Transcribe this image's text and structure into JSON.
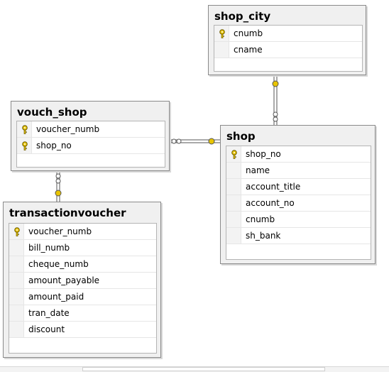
{
  "colors": {
    "key_fill": "#e8c400",
    "line": "#555555"
  },
  "tables": {
    "shop_city": {
      "title": "shop_city",
      "columns": [
        {
          "name": "cnumb",
          "key": true
        },
        {
          "name": "cname",
          "key": false
        }
      ]
    },
    "vouch_shop": {
      "title": "vouch_shop",
      "columns": [
        {
          "name": "voucher_numb",
          "key": true
        },
        {
          "name": "shop_no",
          "key": true
        }
      ]
    },
    "shop": {
      "title": "shop",
      "columns": [
        {
          "name": "shop_no",
          "key": true
        },
        {
          "name": "name",
          "key": false
        },
        {
          "name": "account_title",
          "key": false
        },
        {
          "name": "account_no",
          "key": false
        },
        {
          "name": "cnumb",
          "key": false
        },
        {
          "name": "sh_bank",
          "key": false
        }
      ]
    },
    "transactionvoucher": {
      "title": "transactionvoucher",
      "columns": [
        {
          "name": "voucher_numb",
          "key": true
        },
        {
          "name": "bill_numb",
          "key": false
        },
        {
          "name": "cheque_numb",
          "key": false
        },
        {
          "name": "amount_payable",
          "key": false
        },
        {
          "name": "amount_paid",
          "key": false
        },
        {
          "name": "tran_date",
          "key": false
        },
        {
          "name": "discount",
          "key": false
        }
      ]
    }
  },
  "relationships": [
    {
      "from": "shop",
      "to": "shop_city",
      "type": "many-to-one"
    },
    {
      "from": "vouch_shop",
      "to": "shop",
      "type": "many-to-one"
    },
    {
      "from": "vouch_shop",
      "to": "transactionvoucher",
      "type": "many-to-one"
    }
  ]
}
